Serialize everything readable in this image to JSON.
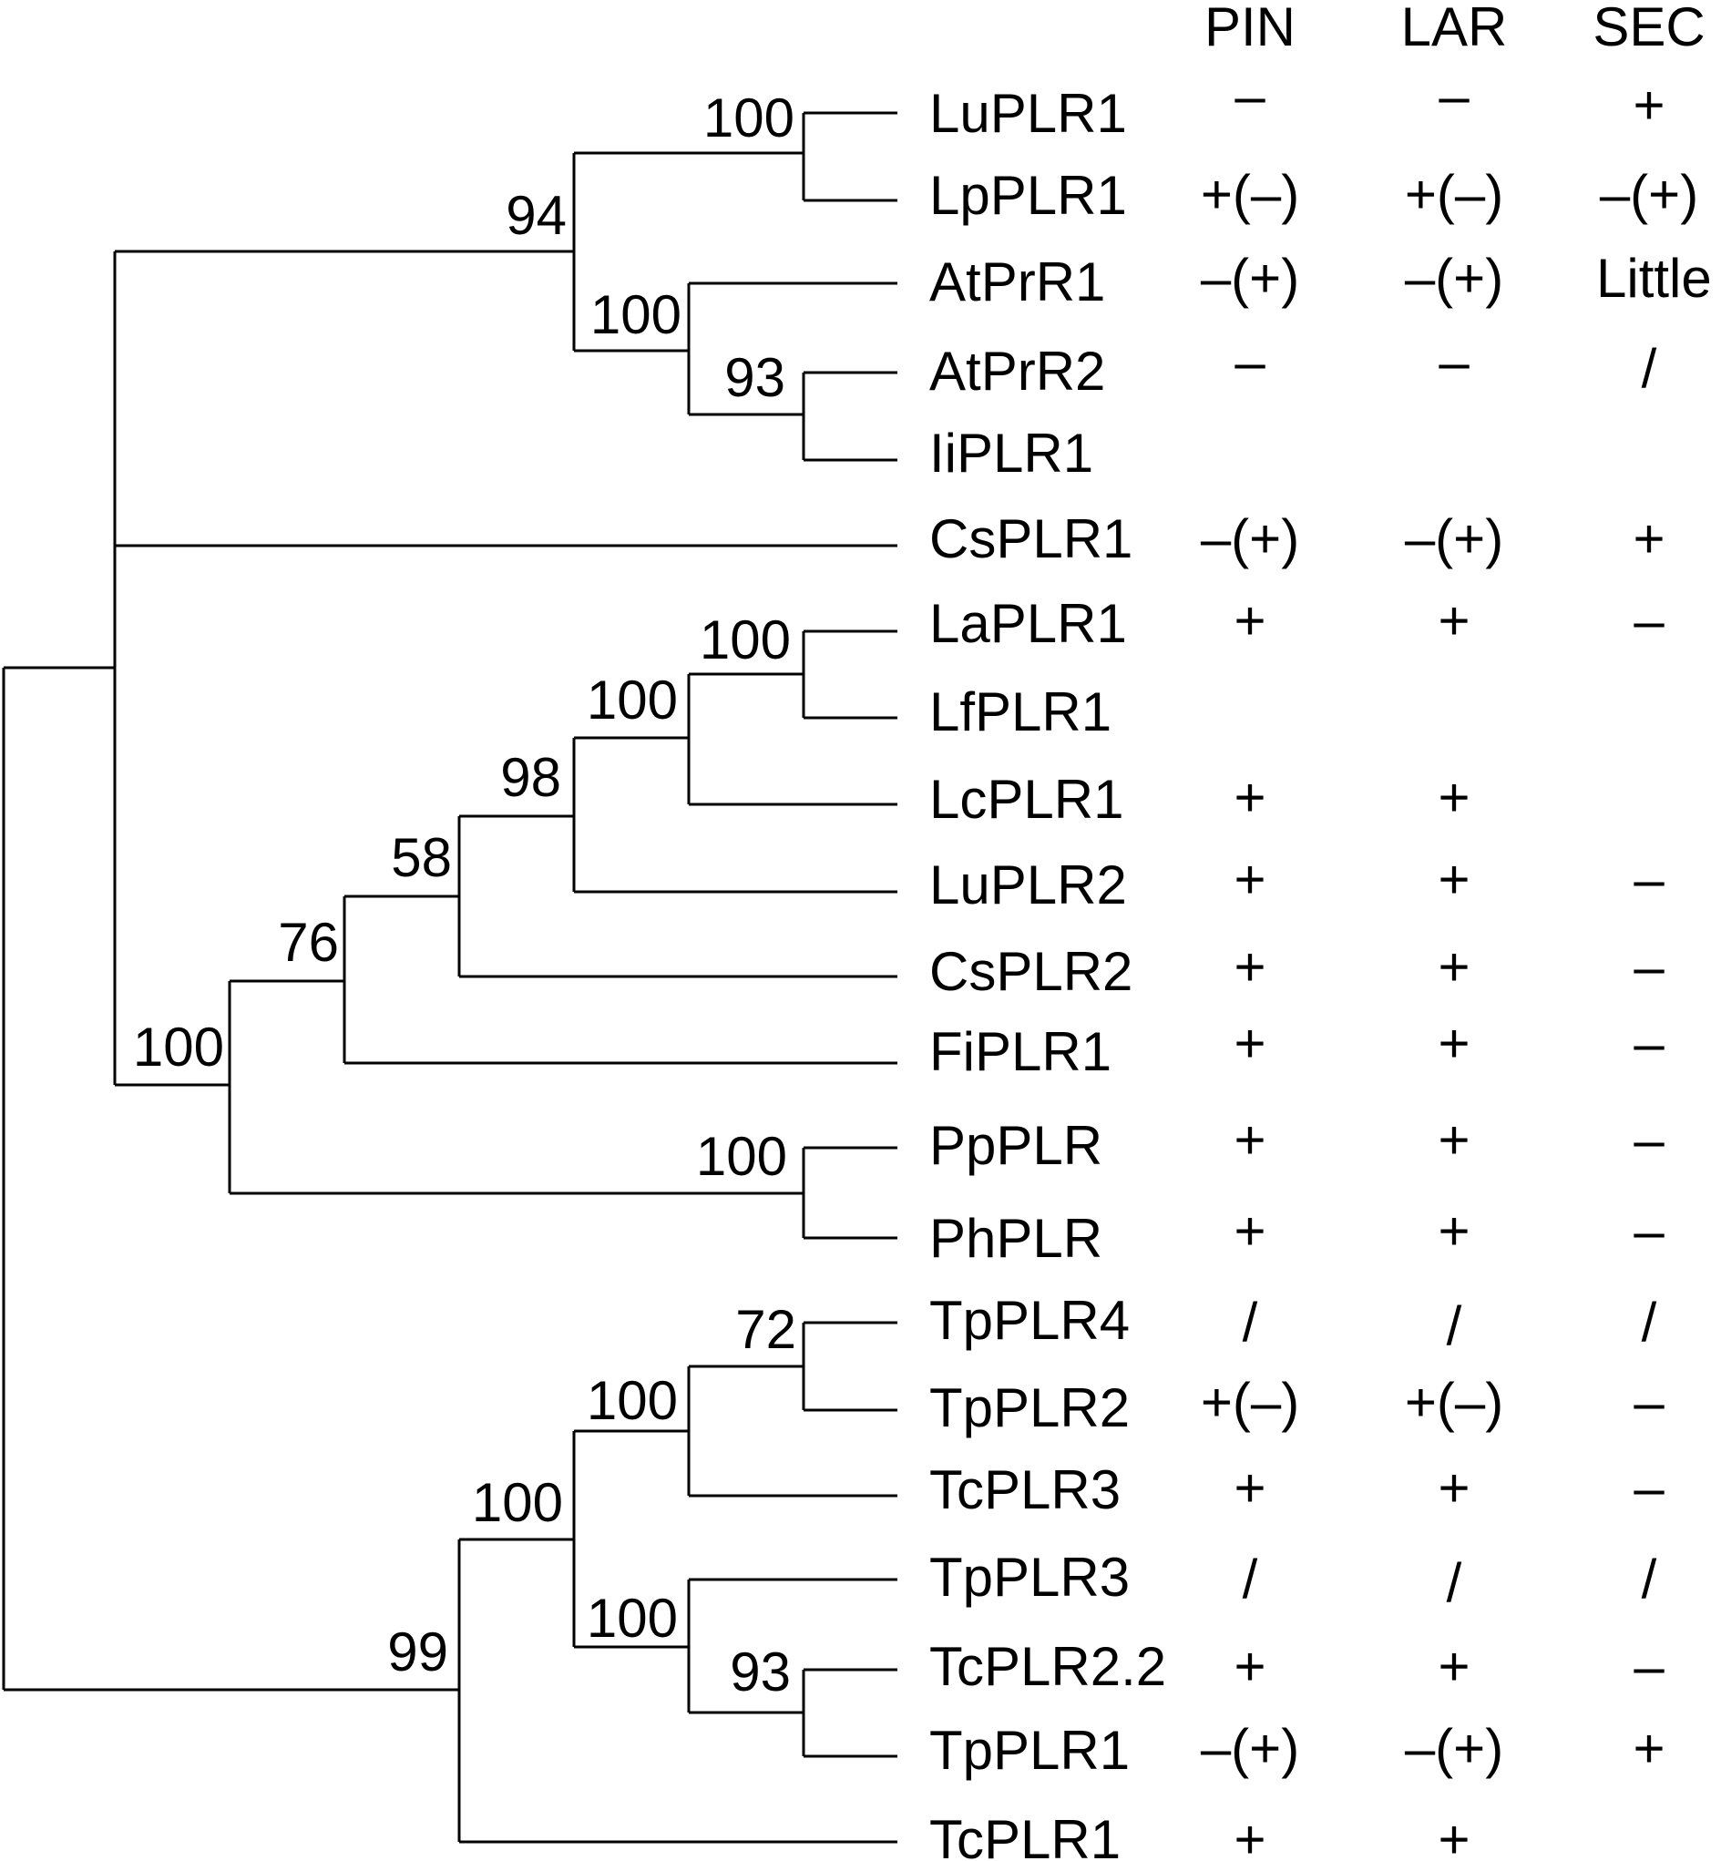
{
  "columns": [
    "PIN",
    "LAR",
    "SEC"
  ],
  "taxa": [
    {
      "name": "LuPLR1",
      "pin": "–",
      "lar": "–",
      "sec": "+"
    },
    {
      "name": "LpPLR1",
      "pin": "+(–)",
      "lar": "+(–)",
      "sec": "–(+)"
    },
    {
      "name": "AtPrR1",
      "pin": "–(+)",
      "lar": "–(+)",
      "sec": "Little"
    },
    {
      "name": "AtPrR2",
      "pin": "–",
      "lar": "–",
      "sec": "/"
    },
    {
      "name": "IiPLR1",
      "pin": "",
      "lar": "",
      "sec": ""
    },
    {
      "name": "CsPLR1",
      "pin": "–(+)",
      "lar": "–(+)",
      "sec": "+"
    },
    {
      "name": "LaPLR1",
      "pin": "+",
      "lar": "+",
      "sec": "–"
    },
    {
      "name": "LfPLR1",
      "pin": "",
      "lar": "",
      "sec": ""
    },
    {
      "name": "LcPLR1",
      "pin": "+",
      "lar": "+",
      "sec": ""
    },
    {
      "name": "LuPLR2",
      "pin": "+",
      "lar": "+",
      "sec": "–"
    },
    {
      "name": "CsPLR2",
      "pin": "+",
      "lar": "+",
      "sec": "–"
    },
    {
      "name": "FiPLR1",
      "pin": "+",
      "lar": "+",
      "sec": "–"
    },
    {
      "name": "PpPLR",
      "pin": "+",
      "lar": "+",
      "sec": "–"
    },
    {
      "name": "PhPLR",
      "pin": "+",
      "lar": "+",
      "sec": "–"
    },
    {
      "name": "TpPLR4",
      "pin": "/",
      "lar": "/",
      "sec": "/"
    },
    {
      "name": "TpPLR2",
      "pin": "+(–)",
      "lar": "+(–)",
      "sec": "–"
    },
    {
      "name": "TcPLR3",
      "pin": "+",
      "lar": "+",
      "sec": "–"
    },
    {
      "name": "TpPLR3",
      "pin": "/",
      "lar": "/",
      "sec": "/"
    },
    {
      "name": "TcPLR2.2",
      "pin": "+",
      "lar": "+",
      "sec": "–"
    },
    {
      "name": "TpPLR1",
      "pin": "–(+)",
      "lar": "–(+)",
      "sec": "+"
    },
    {
      "name": "TcPLR1",
      "pin": "+",
      "lar": "+",
      "sec": ""
    }
  ],
  "bootstrap": [
    {
      "clade": "LuPLR1+LpPLR1",
      "value": "100"
    },
    {
      "clade": "Linum/Arabidopsis group",
      "value": "94"
    },
    {
      "clade": "AtPrR1+AtPrR2+IiPLR1",
      "value": "100"
    },
    {
      "clade": "AtPrR2+IiPLR1",
      "value": "93"
    },
    {
      "clade": "LaPLR1+LfPLR1",
      "value": "100"
    },
    {
      "clade": "LaPLR1+LfPLR1+LcPLR1",
      "value": "100"
    },
    {
      "clade": "+LuPLR2",
      "value": "98"
    },
    {
      "clade": "+CsPLR2",
      "value": "58"
    },
    {
      "clade": "+FiPLR1",
      "value": "76"
    },
    {
      "clade": "PpPLR+PhPLR",
      "value": "100"
    },
    {
      "clade": "PLR-type group",
      "value": "100"
    },
    {
      "clade": "TpPLR4+TpPLR2",
      "value": "72"
    },
    {
      "clade": "TpPLR4+TpPLR2+TcPLR3",
      "value": "100"
    },
    {
      "clade": "TcPLR2.2+TpPLR1",
      "value": "93"
    },
    {
      "clade": "TpPLR3+TcPLR2.2+TpPLR1",
      "value": "100"
    },
    {
      "clade": "Thuja group core",
      "value": "100"
    },
    {
      "clade": "Thuja group",
      "value": "99"
    }
  ]
}
